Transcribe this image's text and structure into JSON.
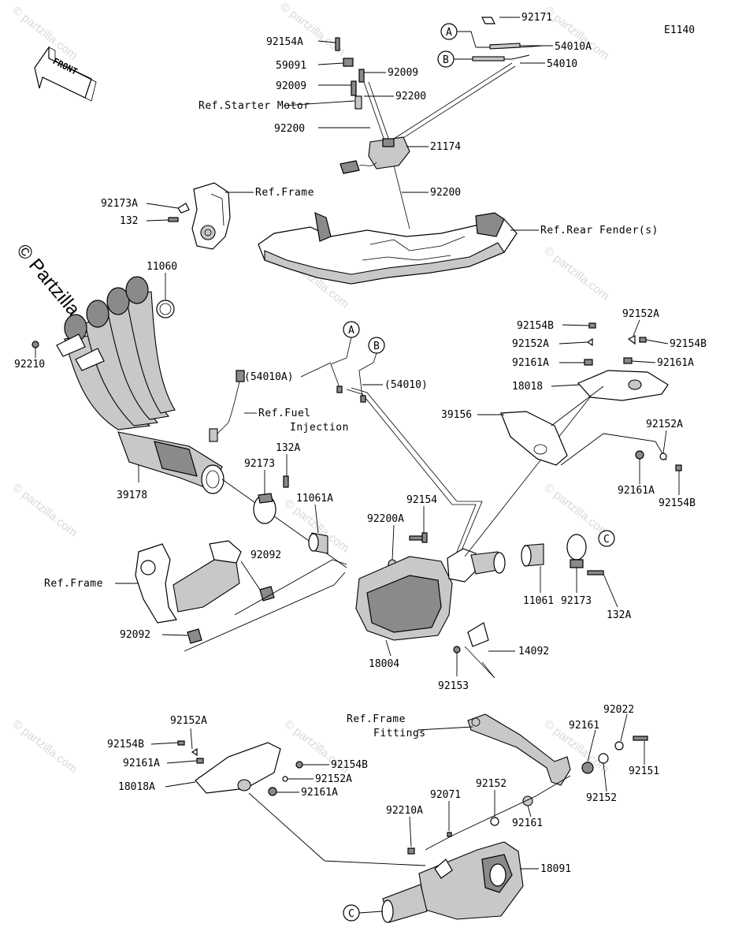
{
  "diagram_code": "E1140",
  "front_label": "FRONT",
  "watermark_main": "© Partzilla",
  "watermark_small": "© partzilla.com",
  "callouts": {
    "a": "A",
    "b": "B",
    "c": "C"
  },
  "labels": {
    "p92171": "92171",
    "p54010A": "54010A",
    "p54010": "54010",
    "p92154A": "92154A",
    "p59091": "59091",
    "p92009a": "92009",
    "p92009b": "92009",
    "p92200a": "92200",
    "ref_starter": "Ref.Starter Motor",
    "p92200b": "92200",
    "p21174": "21174",
    "p92200c": "92200",
    "p92173A": "92173A",
    "p132": "132",
    "ref_frame1": "Ref.Frame",
    "ref_rear_fender": "Ref.Rear Fender(s)",
    "p11060": "11060",
    "p92210": "92210",
    "p54010A_paren": "(54010A)",
    "p54010_paren": "(54010)",
    "ref_fuel1": "Ref.Fuel",
    "ref_fuel2": "Injection",
    "p39178": "39178",
    "p92173a": "92173",
    "p132Aa": "132A",
    "p11061A": "11061A",
    "p92154": "92154",
    "p92200A": "92200A",
    "p92092a": "92092",
    "ref_frame2": "Ref.Frame",
    "p92092b": "92092",
    "p18004": "18004",
    "p14092": "14092",
    "p92153": "92153",
    "p11061": "11061",
    "p92173b": "92173",
    "p132Ab": "132A",
    "p92154B_a": "92154B",
    "p92152A_a": "92152A",
    "p92161A_a": "92161A",
    "p18018": "18018",
    "p92152A_b": "92152A",
    "p92154B_b": "92154B",
    "p92161A_b": "92161A",
    "p39156": "39156",
    "p92152A_c": "92152A",
    "p92161A_c": "92161A",
    "p92154B_c": "92154B",
    "p92152A_d": "92152A",
    "p92154B_d": "92154B",
    "p92161A_d": "92161A",
    "p18018A": "18018A",
    "p92154B_e": "92154B",
    "p92152A_e": "92152A",
    "p92161A_e": "92161A",
    "ref_frame_fit1": "Ref.Frame",
    "ref_frame_fit2": "Fittings",
    "p92022": "92022",
    "p92161a": "92161",
    "p92151": "92151",
    "p92152a": "92152",
    "p92152b": "92152",
    "p92161b": "92161",
    "p92071": "92071",
    "p92210A": "92210A",
    "p18091": "18091"
  }
}
